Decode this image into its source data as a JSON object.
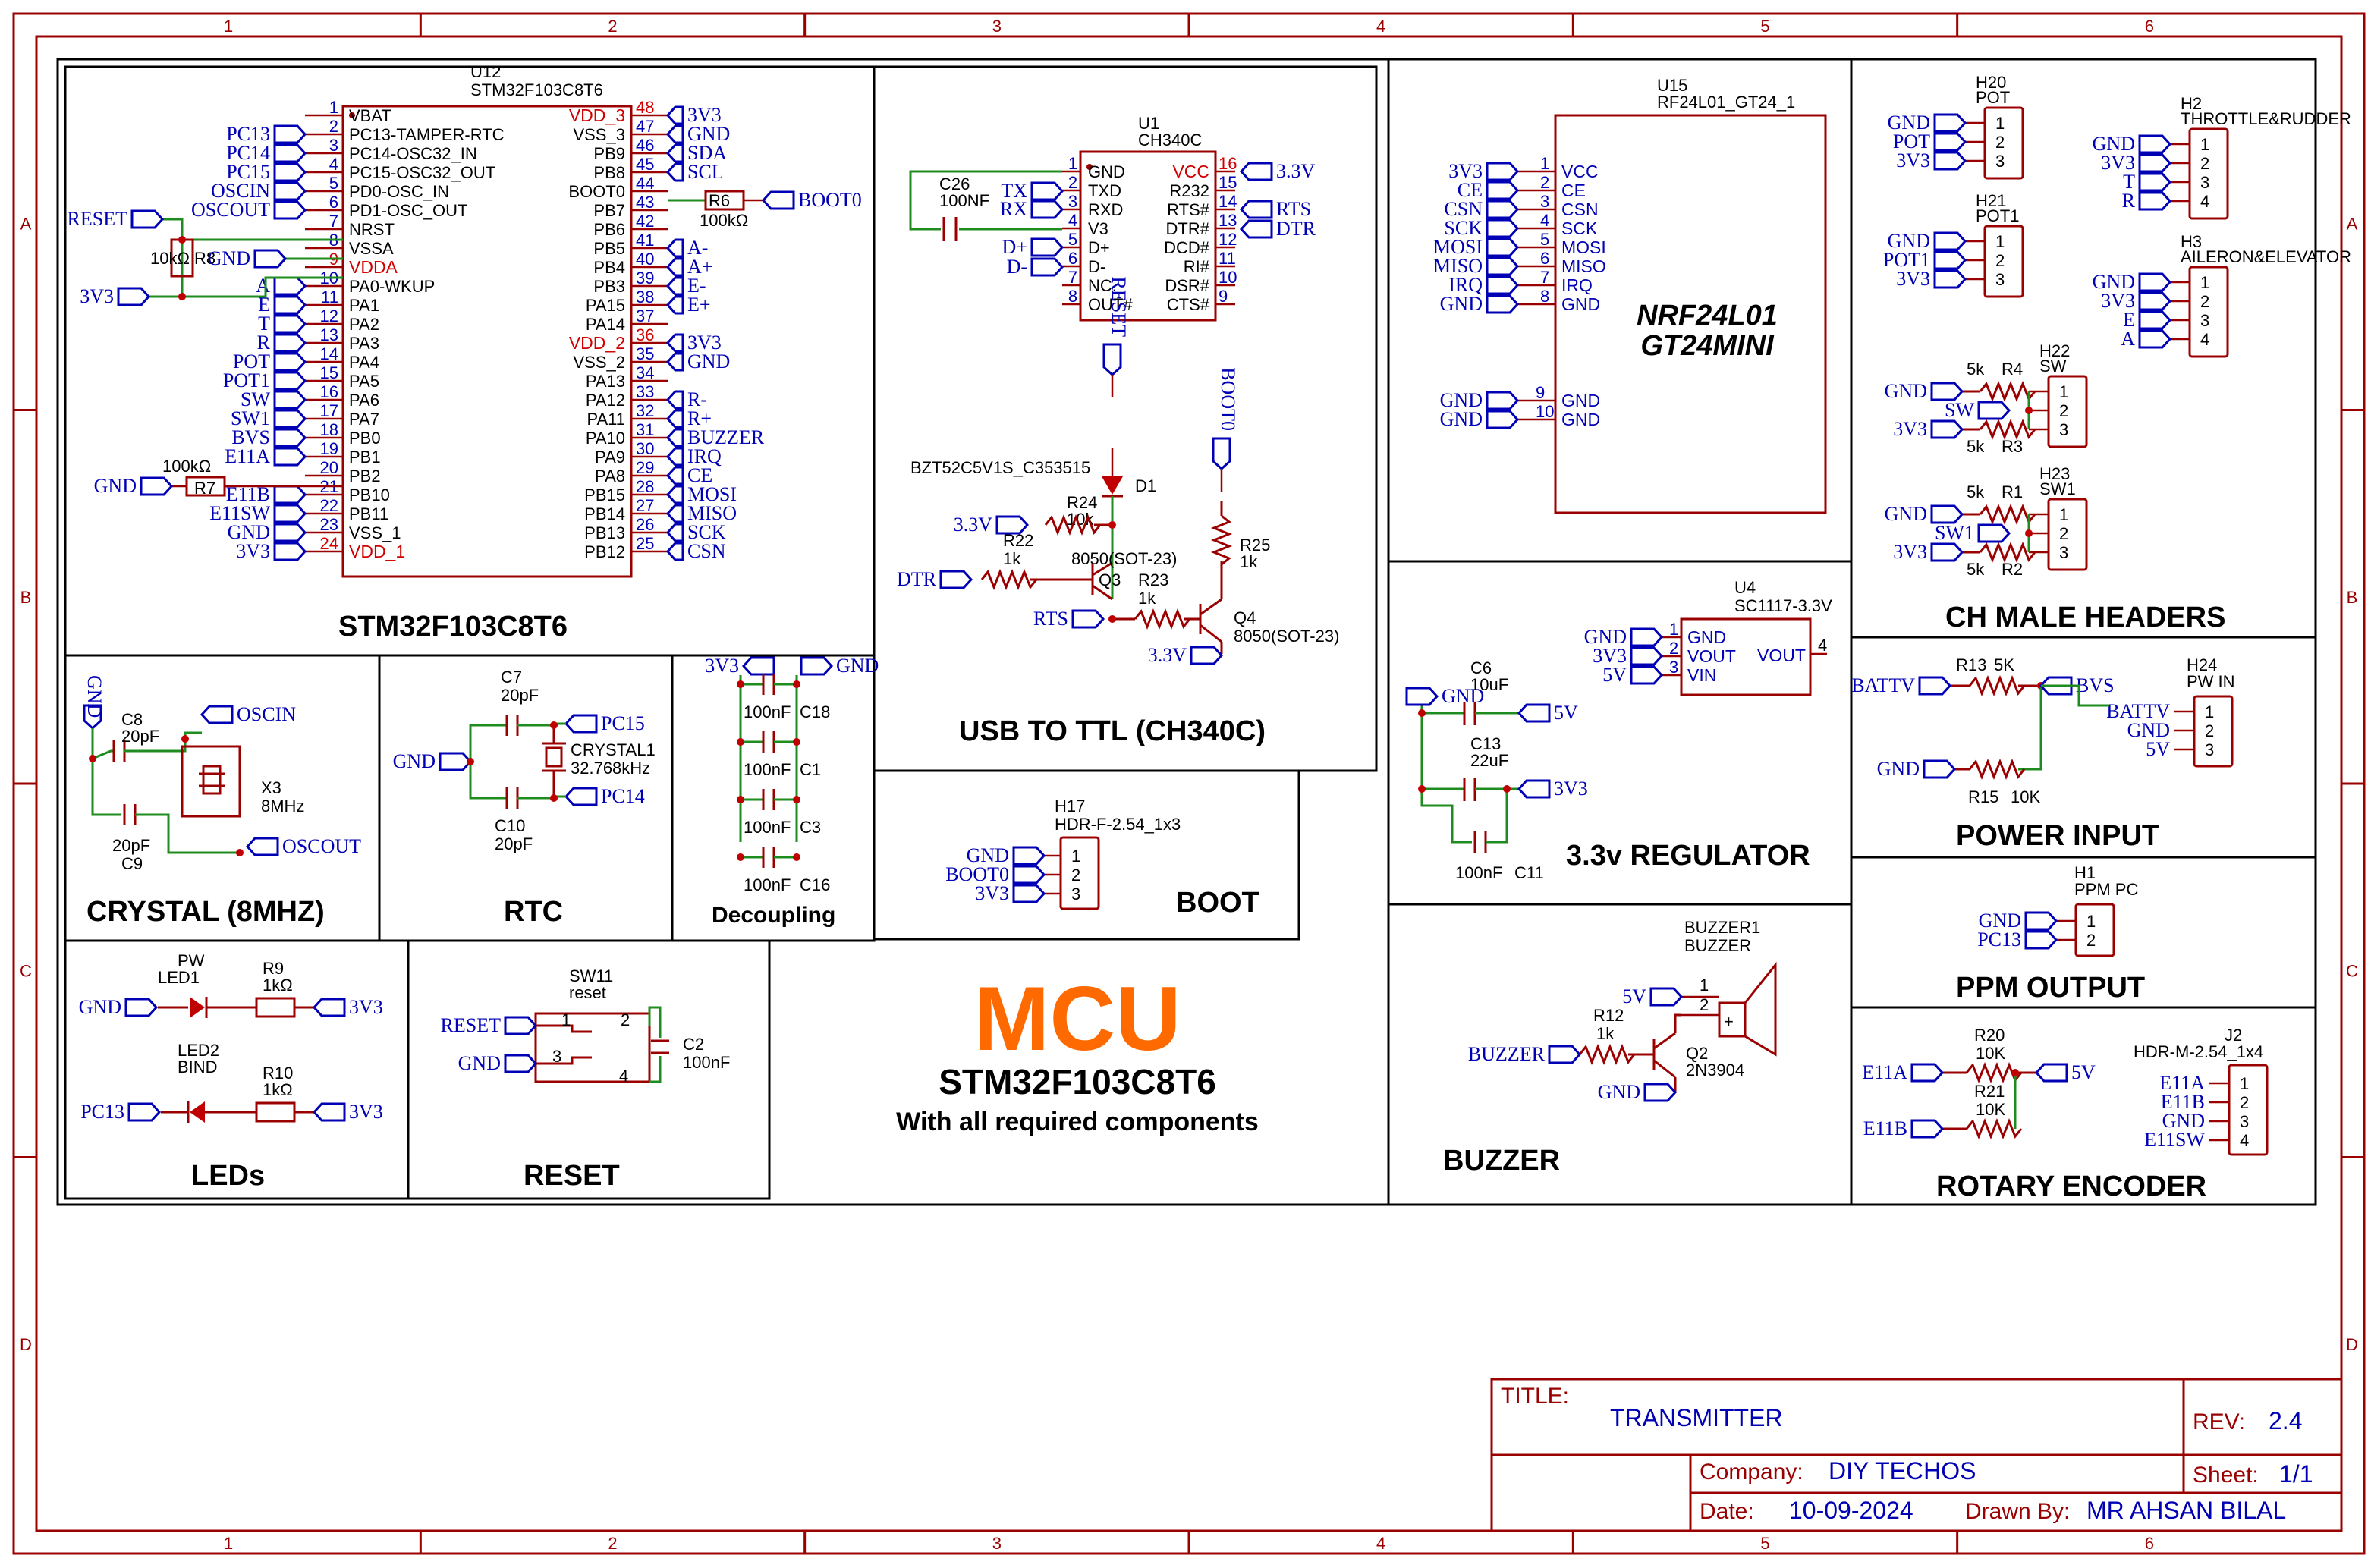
{
  "sheet": {
    "title_label": "TITLE:",
    "title": "TRANSMITTER",
    "rev_label": "REV:",
    "rev": "2.4",
    "company_label": "Company:",
    "company": "DIY TECHOS",
    "sheet_label": "Sheet:",
    "sheet": "1/1",
    "date_label": "Date:",
    "date": "10-09-2024",
    "drawn_label": "Drawn By:",
    "drawn": "MR AHSAN BILAL",
    "columns": [
      "1",
      "2",
      "3",
      "4",
      "5",
      "6"
    ],
    "rows": [
      "A",
      "B",
      "C",
      "D"
    ]
  },
  "sections": {
    "mcu": "STM32F103C8T6",
    "usb": "USB TO TTL (CH340C)",
    "crystal": "CRYSTAL (8MHZ)",
    "rtc": "RTC",
    "decoupling": "Decoupling",
    "boot": "BOOT",
    "leds": "LEDs",
    "reset": "RESET",
    "regulator": "3.3v REGULATOR",
    "buzzer": "BUZZER",
    "headers": "CH MALE HEADERS",
    "power": "POWER INPUT",
    "ppm": "PPM OUTPUT",
    "encoder": "ROTARY ENCODER"
  },
  "banner": {
    "big": "MCU",
    "chip": "STM32F103C8T6",
    "note": "With all required components"
  },
  "u12": {
    "ref": "U12",
    "part": "STM32F103C8T6",
    "left_pins": [
      {
        "n": "1",
        "name": "VBAT",
        "net": ""
      },
      {
        "n": "2",
        "name": "PC13-TAMPER-RTC",
        "net": "PC13"
      },
      {
        "n": "3",
        "name": "PC14-OSC32_IN",
        "net": "PC14"
      },
      {
        "n": "4",
        "name": "PC15-OSC32_OUT",
        "net": "PC15"
      },
      {
        "n": "5",
        "name": "PD0-OSC_IN",
        "net": "OSCIN"
      },
      {
        "n": "6",
        "name": "PD1-OSC_OUT",
        "net": "OSCOUT"
      },
      {
        "n": "7",
        "name": "NRST",
        "net": ""
      },
      {
        "n": "8",
        "name": "VSSA",
        "net": "GND"
      },
      {
        "n": "9",
        "name": "VDDA",
        "net": ""
      },
      {
        "n": "10",
        "name": "PA0-WKUP",
        "net": "A"
      },
      {
        "n": "11",
        "name": "PA1",
        "net": "E"
      },
      {
        "n": "12",
        "name": "PA2",
        "net": "T"
      },
      {
        "n": "13",
        "name": "PA3",
        "net": "R"
      },
      {
        "n": "14",
        "name": "PA4",
        "net": "POT"
      },
      {
        "n": "15",
        "name": "PA5",
        "net": "POT1"
      },
      {
        "n": "16",
        "name": "PA6",
        "net": "SW"
      },
      {
        "n": "17",
        "name": "PA7",
        "net": "SW1"
      },
      {
        "n": "18",
        "name": "PB0",
        "net": "BVS"
      },
      {
        "n": "19",
        "name": "PB1",
        "net": "E11A"
      },
      {
        "n": "20",
        "name": "PB2",
        "net": ""
      },
      {
        "n": "21",
        "name": "PB10",
        "net": "E11B"
      },
      {
        "n": "22",
        "name": "PB11",
        "net": "E11SW"
      },
      {
        "n": "23",
        "name": "VSS_1",
        "net": "GND"
      },
      {
        "n": "24",
        "name": "VDD_1",
        "net": "3V3"
      }
    ],
    "right_pins": [
      {
        "n": "48",
        "name": "VDD_3",
        "net": "3V3"
      },
      {
        "n": "47",
        "name": "VSS_3",
        "net": "GND"
      },
      {
        "n": "46",
        "name": "PB9",
        "net": "SDA"
      },
      {
        "n": "45",
        "name": "PB8",
        "net": "SCL"
      },
      {
        "n": "44",
        "name": "BOOT0",
        "net": ""
      },
      {
        "n": "43",
        "name": "PB7",
        "net": ""
      },
      {
        "n": "42",
        "name": "PB6",
        "net": ""
      },
      {
        "n": "41",
        "name": "PB5",
        "net": "A-"
      },
      {
        "n": "40",
        "name": "PB4",
        "net": "A+"
      },
      {
        "n": "39",
        "name": "PB3",
        "net": "E-"
      },
      {
        "n": "38",
        "name": "PA15",
        "net": "E+"
      },
      {
        "n": "37",
        "name": "PA14",
        "net": ""
      },
      {
        "n": "36",
        "name": "VDD_2",
        "net": "3V3"
      },
      {
        "n": "35",
        "name": "VSS_2",
        "net": "GND"
      },
      {
        "n": "34",
        "name": "PA13",
        "net": ""
      },
      {
        "n": "33",
        "name": "PA12",
        "net": "R-"
      },
      {
        "n": "32",
        "name": "PA11",
        "net": "R+"
      },
      {
        "n": "31",
        "name": "PA10",
        "net": "BUZZER"
      },
      {
        "n": "30",
        "name": "PA9",
        "net": "IRQ"
      },
      {
        "n": "29",
        "name": "PA8",
        "net": "CE"
      },
      {
        "n": "28",
        "name": "PB15",
        "net": "MOSI"
      },
      {
        "n": "27",
        "name": "PB14",
        "net": "MISO"
      },
      {
        "n": "26",
        "name": "PB13",
        "net": "SCK"
      },
      {
        "n": "25",
        "name": "PB12",
        "net": "CSN"
      }
    ],
    "reset_net": "RESET",
    "gnd_net": "GND",
    "v33_net": "3V3",
    "boot0_net": "BOOT0",
    "r8": "R8",
    "r8_val": "10kΩ",
    "r7": "R7",
    "r7_val": "100kΩ",
    "r6": "R6",
    "r6_val": "100kΩ"
  },
  "u1": {
    "ref": "U1",
    "part": "CH340C",
    "left_pins": [
      {
        "n": "1",
        "name": "GND"
      },
      {
        "n": "2",
        "name": "TXD"
      },
      {
        "n": "3",
        "name": "RXD"
      },
      {
        "n": "4",
        "name": "V3"
      },
      {
        "n": "5",
        "name": "D+"
      },
      {
        "n": "6",
        "name": "D-"
      },
      {
        "n": "7",
        "name": "NC."
      },
      {
        "n": "8",
        "name": "OUT#"
      }
    ],
    "right_pins": [
      {
        "n": "16",
        "name": "VCC"
      },
      {
        "n": "15",
        "name": "R232"
      },
      {
        "n": "14",
        "name": "RTS#"
      },
      {
        "n": "13",
        "name": "DTR#"
      },
      {
        "n": "12",
        "name": "DCD#"
      },
      {
        "n": "11",
        "name": "RI#"
      },
      {
        "n": "10",
        "name": "DSR#"
      },
      {
        "n": "9",
        "name": "CTS#"
      }
    ],
    "c26": "C26",
    "c26_val": "100NF",
    "tx": "TX",
    "rx": "RX",
    "dp": "D+",
    "dm": "D-",
    "v33": "3.3V",
    "rts": "RTS",
    "dtr": "DTR",
    "reset_net": "RESET",
    "boot0_net": "BOOT0",
    "d1_part": "BZT52C5V1S_C353515",
    "d1": "D1",
    "r24": "R24",
    "r24_val": "10k",
    "r22": "R22",
    "r22_val": "1k",
    "r23": "R23",
    "r23_val": "1k",
    "r25": "R25",
    "r25_val": "1k",
    "q3": "Q3",
    "q3_part": "8050(SOT-23)",
    "q4": "Q4",
    "q4_part": "8050(SOT-23)"
  },
  "nrf": {
    "ref": "U15",
    "part": "RF24L01_GT24_1",
    "title1": "NRF24L01",
    "title2": "GT24MINI",
    "pins": [
      {
        "n": "1",
        "name": "VCC",
        "net": "3V3"
      },
      {
        "n": "2",
        "name": "CE",
        "net": "CE"
      },
      {
        "n": "3",
        "name": "CSN",
        "net": "CSN"
      },
      {
        "n": "4",
        "name": "SCK",
        "net": "SCK"
      },
      {
        "n": "5",
        "name": "MOSI",
        "net": "MOSI"
      },
      {
        "n": "6",
        "name": "MISO",
        "net": "MISO"
      },
      {
        "n": "7",
        "name": "IRQ",
        "net": "IRQ"
      },
      {
        "n": "8",
        "name": "GND",
        "net": "GND"
      }
    ],
    "gnd_pins": [
      {
        "n": "9",
        "name": "GND",
        "net": "GND"
      },
      {
        "n": "10",
        "name": "GND",
        "net": "GND"
      }
    ]
  },
  "crystal": {
    "c8": "C8",
    "c8_val": "20pF",
    "c9": "C9",
    "c9_val": "20pF",
    "x3": "X3",
    "x3_val": "8MHz",
    "gnd": "GND",
    "oscin": "OSCIN",
    "oscout": "OSCOUT"
  },
  "rtc": {
    "c7": "C7",
    "c7_val": "20pF",
    "c10": "C10",
    "c10_val": "20pF",
    "xtal": "CRYSTAL1",
    "xtal_val": "32.768kHz",
    "gnd": "GND",
    "pc15": "PC15",
    "pc14": "PC14"
  },
  "decoupling": {
    "v33": "3V3",
    "gnd": "GND",
    "caps": [
      {
        "val": "100nF",
        "ref": "C18"
      },
      {
        "val": "100nF",
        "ref": "C1"
      },
      {
        "val": "100nF",
        "ref": "C3"
      },
      {
        "val": "100nF",
        "ref": "C16"
      }
    ]
  },
  "boot": {
    "ref": "H17",
    "part": "HDR-F-2.54_1x3",
    "nets": [
      "GND",
      "BOOT0",
      "3V3"
    ]
  },
  "leds": {
    "led1_name": "PW",
    "led1": "LED1",
    "r9": "R9",
    "r9_val": "1kΩ",
    "led2_name": "BIND",
    "led2": "LED2",
    "r10": "R10",
    "r10_val": "1kΩ",
    "gnd": "GND",
    "pc13": "PC13",
    "v33": "3V3"
  },
  "reset": {
    "sw": "SW11",
    "sw_val": "reset",
    "c2": "C2",
    "c2_val": "100nF",
    "reset_net": "RESET",
    "gnd": "GND"
  },
  "regulator": {
    "ref": "U4",
    "part": "SC1117-3.3V",
    "pins": [
      "GND",
      "VOUT",
      "VIN"
    ],
    "vout": "VOUT",
    "in_nets": [
      "GND",
      "3V3",
      "5V"
    ],
    "c6": "C6",
    "c6_val": "10uF",
    "c13": "C13",
    "c13_val": "22uF",
    "c11": "C11",
    "c11_val": "100nF",
    "gnd": "GND",
    "v5": "5V",
    "v33": "3V3"
  },
  "buzzer": {
    "ref": "BUZZER1",
    "part": "BUZZER",
    "r12": "R12",
    "r12_val": "1k",
    "q2": "Q2",
    "q2_part": "2N3904",
    "v5": "5V",
    "net": "BUZZER",
    "gnd": "GND"
  },
  "headers": {
    "h20": {
      "ref": "H20",
      "name": "POT",
      "nets": [
        "GND",
        "POT",
        "3V3"
      ]
    },
    "h21": {
      "ref": "H21",
      "name": "POT1",
      "nets": [
        "GND",
        "POT1",
        "3V3"
      ]
    },
    "h2": {
      "ref": "H2",
      "name": "THROTTLE&RUDDER",
      "nets": [
        "GND",
        "3V3",
        "T",
        "R"
      ]
    },
    "h3": {
      "ref": "H3",
      "name": "AILERON&ELEVATOR",
      "nets": [
        "GND",
        "3V3",
        "E",
        "A"
      ]
    },
    "h22": {
      "ref": "H22",
      "name": "SW",
      "nets": [
        "GND",
        "SW",
        "3V3"
      ],
      "r_top": "R4",
      "r_top_val": "5k",
      "r_bot": "R3",
      "r_bot_val": "5k"
    },
    "h23": {
      "ref": "H23",
      "name": "SW1",
      "nets": [
        "GND",
        "SW1",
        "3V3"
      ],
      "r_top": "R1",
      "r_top_val": "5k",
      "r_bot": "R2",
      "r_bot_val": "5k"
    }
  },
  "power": {
    "ref": "H24",
    "name": "PW IN",
    "battv": "BATTV",
    "bvs": "BVS",
    "gnd": "GND",
    "r13": "R13",
    "r13_val": "5K",
    "r15": "R15",
    "r15_val": "10K",
    "pins": [
      "BATTV",
      "GND",
      "5V"
    ]
  },
  "ppm": {
    "ref": "H1",
    "name": "PPM PC",
    "pins": [
      "GND",
      "PC13"
    ]
  },
  "encoder": {
    "ref": "J2",
    "part": "HDR-M-2.54_1x4",
    "pins": [
      "E11A",
      "E11B",
      "GND",
      "E11SW"
    ],
    "r20": "R20",
    "r20_val": "10K",
    "r21": "R21",
    "r21_val": "10K",
    "v5": "5V",
    "e11a": "E11A",
    "e11b": "E11B"
  },
  "colors": {
    "frame": "#9b0000",
    "net": "#0000b4",
    "wire": "#1e8c1e",
    "accent": "#ff6a00",
    "power_pin": "#d00000"
  }
}
